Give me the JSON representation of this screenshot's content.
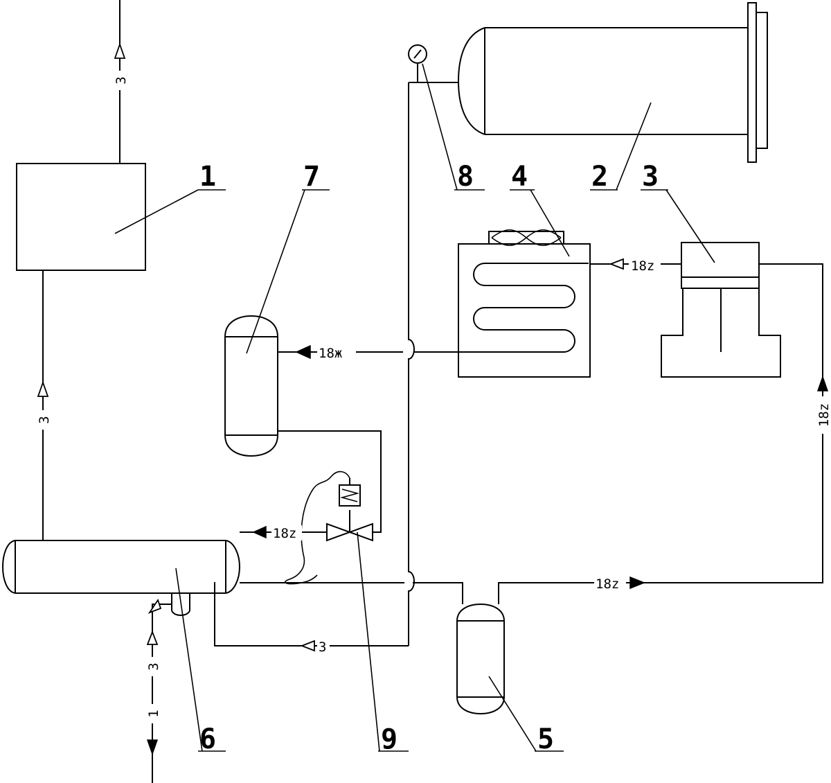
{
  "callouts": [
    "1",
    "2",
    "3",
    "4",
    "5",
    "6",
    "7",
    "8",
    "9"
  ],
  "flow_labels": {
    "top_out": "3",
    "left_up": "3",
    "bottom_in_upper": "3",
    "bottom_in_lower": "1",
    "evap_to_receiver": "18ж",
    "condenser_in": "18z",
    "valve_to_vessel": "18z",
    "return_right": "18z",
    "compressor_suction": "18z",
    "bottom_return": "3"
  },
  "colors": {
    "line": "#000000",
    "background": "#ffffff"
  }
}
